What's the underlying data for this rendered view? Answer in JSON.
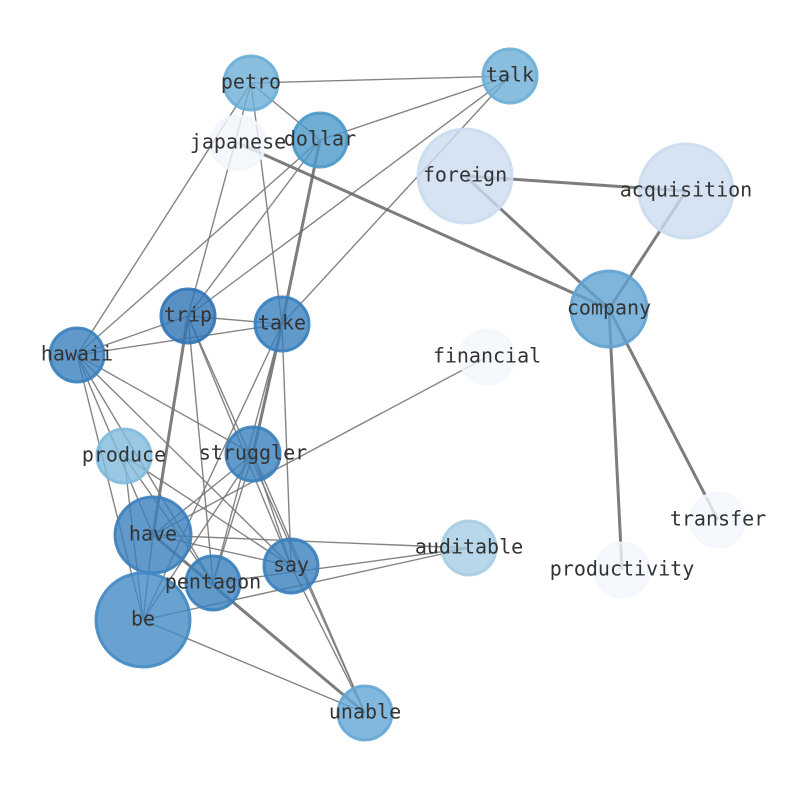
{
  "graph": {
    "nodes": [
      {
        "id": "petro",
        "label": "petro",
        "color": "#6baed6",
        "level": 0.55
      },
      {
        "id": "talk",
        "label": "talk",
        "color": "#6baed6",
        "level": 0.5
      },
      {
        "id": "japanese",
        "label": "japanese",
        "color": "#f1f6fc",
        "level": 0.05
      },
      {
        "id": "dollar",
        "label": "dollar",
        "color": "#4a98c9",
        "level": 0.65
      },
      {
        "id": "foreign",
        "label": "foreign",
        "color": "#cadcef",
        "level": 0.2
      },
      {
        "id": "acquisition",
        "label": "acquisition",
        "color": "#cadcef",
        "level": 0.2
      },
      {
        "id": "company",
        "label": "company",
        "color": "#5fa2d2",
        "level": 0.6
      },
      {
        "id": "trip",
        "label": "trip",
        "color": "#2f74b5",
        "level": 0.9
      },
      {
        "id": "take",
        "label": "take",
        "color": "#3a7fbd",
        "level": 0.85
      },
      {
        "id": "hawaii",
        "label": "hawaii",
        "color": "#3a7fbd",
        "level": 0.85
      },
      {
        "id": "financial",
        "label": "financial",
        "color": "#f3f7fd",
        "level": 0.03
      },
      {
        "id": "produce",
        "label": "produce",
        "color": "#7fbadd",
        "level": 0.45
      },
      {
        "id": "struggler",
        "label": "struggler",
        "color": "#3a7fbd",
        "level": 0.85
      },
      {
        "id": "have",
        "label": "have",
        "color": "#3a7fbd",
        "level": 0.85
      },
      {
        "id": "auditable",
        "label": "auditable",
        "color": "#a6cde6",
        "level": 0.35
      },
      {
        "id": "pentagon",
        "label": "pentagon",
        "color": "#3a7fbd",
        "level": 0.85
      },
      {
        "id": "say",
        "label": "say",
        "color": "#3a7fbd",
        "level": 0.85
      },
      {
        "id": "be",
        "label": "be",
        "color": "#4489c4",
        "level": 0.8
      },
      {
        "id": "unable",
        "label": "unable",
        "color": "#63a6d6",
        "level": 0.6
      },
      {
        "id": "transfer",
        "label": "transfer",
        "color": "#f3f7fd",
        "level": 0.03
      },
      {
        "id": "productivity",
        "label": "productivity",
        "color": "#f3f7fd",
        "level": 0.03
      }
    ],
    "edges": [
      [
        "petro",
        "talk",
        1
      ],
      [
        "petro",
        "dollar",
        1
      ],
      [
        "petro",
        "hawaii",
        1
      ],
      [
        "petro",
        "trip",
        1
      ],
      [
        "petro",
        "take",
        1
      ],
      [
        "talk",
        "dollar",
        1
      ],
      [
        "talk",
        "trip",
        1
      ],
      [
        "talk",
        "take",
        1
      ],
      [
        "japanese",
        "company",
        2
      ],
      [
        "dollar",
        "hawaii",
        1
      ],
      [
        "dollar",
        "trip",
        1
      ],
      [
        "dollar",
        "take",
        2
      ],
      [
        "foreign",
        "acquisition",
        2
      ],
      [
        "foreign",
        "company",
        2
      ],
      [
        "acquisition",
        "company",
        2
      ],
      [
        "company",
        "transfer",
        2
      ],
      [
        "company",
        "productivity",
        2
      ],
      [
        "trip",
        "take",
        1
      ],
      [
        "trip",
        "hawaii",
        1
      ],
      [
        "trip",
        "have",
        2
      ],
      [
        "trip",
        "pentagon",
        1
      ],
      [
        "trip",
        "say",
        1
      ],
      [
        "trip",
        "unable",
        1
      ],
      [
        "take",
        "hawaii",
        1
      ],
      [
        "take",
        "struggler",
        2
      ],
      [
        "take",
        "be",
        1
      ],
      [
        "take",
        "pentagon",
        1
      ],
      [
        "take",
        "say",
        1
      ],
      [
        "hawaii",
        "struggler",
        1
      ],
      [
        "hawaii",
        "say",
        1
      ],
      [
        "hawaii",
        "be",
        1
      ],
      [
        "hawaii",
        "have",
        1
      ],
      [
        "hawaii",
        "pentagon",
        1
      ],
      [
        "financial",
        "have",
        1
      ],
      [
        "produce",
        "be",
        1
      ],
      [
        "produce",
        "say",
        1
      ],
      [
        "produce",
        "pentagon",
        1
      ],
      [
        "struggler",
        "have",
        1
      ],
      [
        "struggler",
        "be",
        1
      ],
      [
        "struggler",
        "pentagon",
        1
      ],
      [
        "struggler",
        "say",
        1
      ],
      [
        "struggler",
        "unable",
        1
      ],
      [
        "have",
        "say",
        1
      ],
      [
        "have",
        "auditable",
        1
      ],
      [
        "have",
        "be",
        1
      ],
      [
        "have",
        "unable",
        2
      ],
      [
        "pentagon",
        "auditable",
        1
      ],
      [
        "be",
        "auditable",
        1
      ],
      [
        "be",
        "unable",
        1
      ],
      [
        "say",
        "unable",
        1
      ]
    ]
  }
}
